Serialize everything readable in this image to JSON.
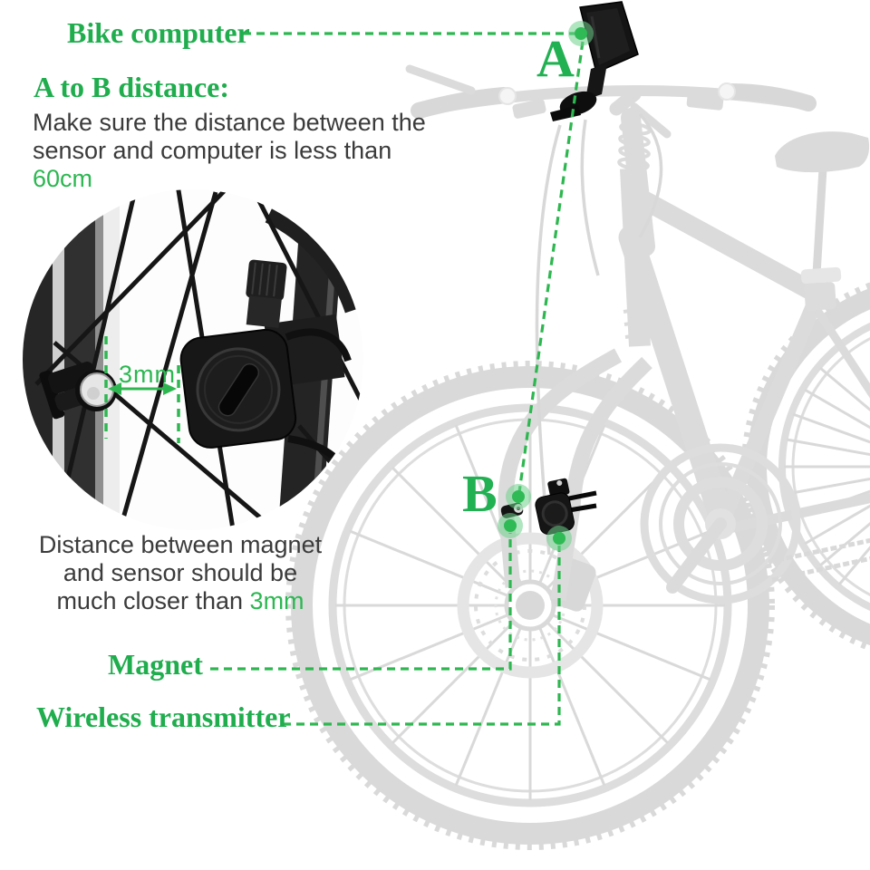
{
  "page": {
    "background": "#ffffff",
    "description_subject": "bike computer installation diagram"
  },
  "colors": {
    "label_green": "#1fad4d",
    "value_green": "#2cb751",
    "annotation_line_green": "#2eb750",
    "dot_green": "#2fba55",
    "body_text": "#3b3b3b",
    "device_black": "#151515",
    "faded_bike_gray": "#d9d9d9"
  },
  "callouts": {
    "bike_computer": "Bike computer",
    "magnet": "Magnet",
    "wireless_transmitter": "Wireless transmitter"
  },
  "markers": {
    "a": "A",
    "b": "B"
  },
  "sections": {
    "a_to_b": {
      "heading": "A to B distance:",
      "line1": "Make sure the distance between the",
      "line2": "sensor and computer is less than ",
      "value": "60cm"
    },
    "magnet_sensor": {
      "line1": "Distance between magnet",
      "line2": "and sensor should be",
      "line3": "much closer than ",
      "value": "3mm"
    }
  },
  "inset": {
    "measurement": "3mm",
    "shows": "magnified view of spoke magnet and wireless sensor gap"
  }
}
